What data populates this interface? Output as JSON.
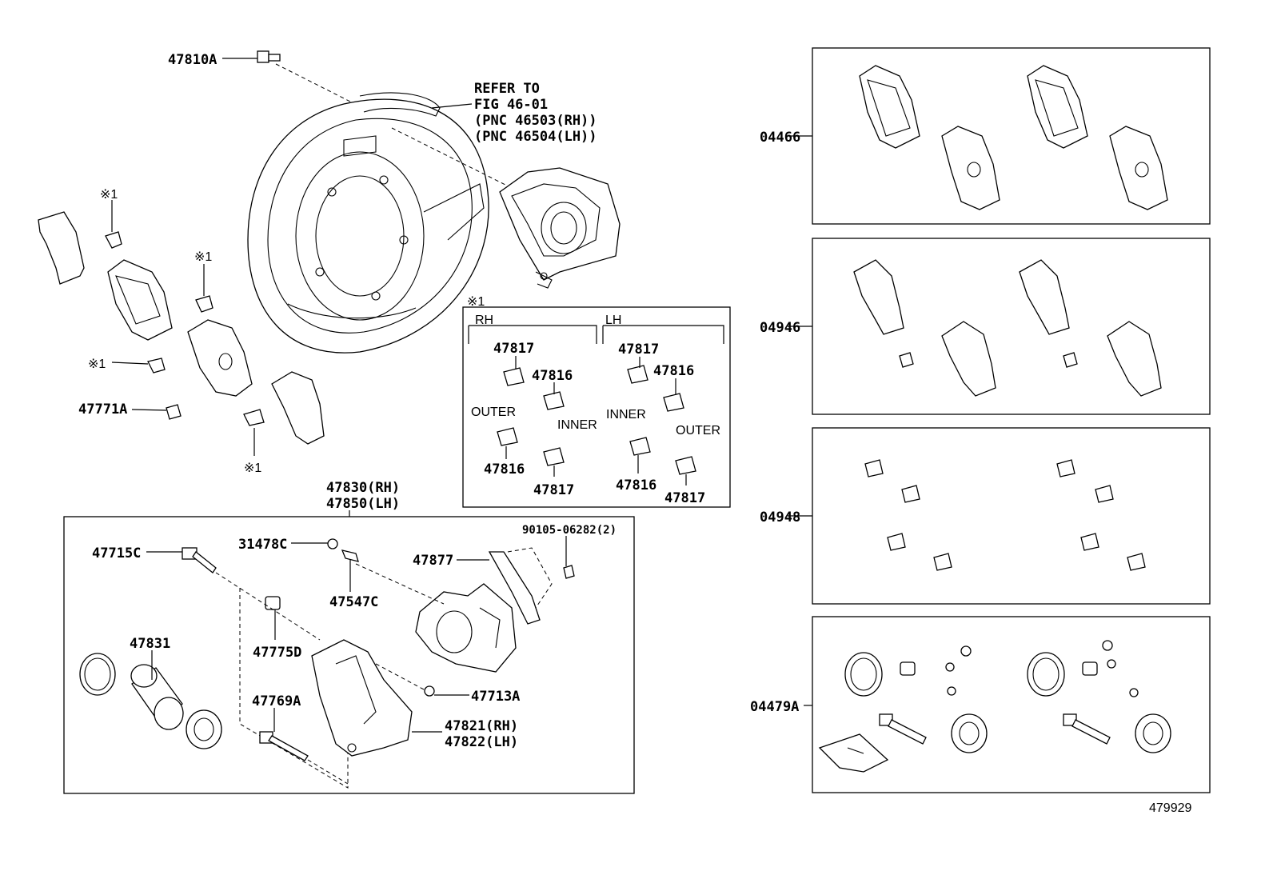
{
  "diagram_id": "479929",
  "refer_note": {
    "line1": "REFER TO",
    "line2": "FIG 46-01",
    "line3": "(PNC 46503(RH))",
    "line4": "(PNC 46504(LH))"
  },
  "kit_marker": "※1",
  "labels": {
    "p47810A": "47810A",
    "p47771A": "47771A",
    "p47830": "47830(RH)",
    "p47850": "47850(LH)",
    "p47715C": "47715C",
    "p31478C": "31478C",
    "p47547C": "47547C",
    "p47877": "47877",
    "p90105": "90105-06282(2)",
    "p47775D": "47775D",
    "p47831": "47831",
    "p47713A": "47713A",
    "p47769A": "47769A",
    "p47821": "47821(RH)",
    "p47822": "47822(LH)"
  },
  "inset": {
    "marker": "※1",
    "rh": "RH",
    "lh": "LH",
    "rh_top_clip": "47817",
    "rh_top_clip2": "47816",
    "rh_outer": "OUTER",
    "rh_inner": "INNER",
    "rh_bot_clip": "47816",
    "rh_bot_clip2": "47817",
    "lh_top_clip": "47817",
    "lh_top_clip2": "47816",
    "lh_inner": "INNER",
    "lh_outer": "OUTER",
    "lh_bot_clip": "47816",
    "lh_bot_clip2": "47817"
  },
  "kits": {
    "k04466": "04466",
    "k04946": "04946",
    "k04948": "04948",
    "k04479A": "04479A"
  }
}
